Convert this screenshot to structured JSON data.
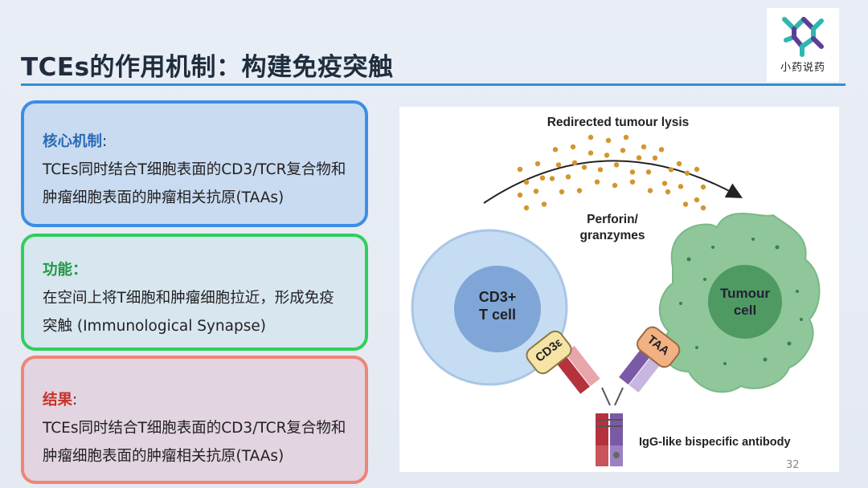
{
  "slide": {
    "title": "TCEs的作用机制：构建免疫突触",
    "page_number": "32"
  },
  "logo": {
    "text": "小药说药",
    "icon": "molecule-logo-icon"
  },
  "cards": {
    "mechanism": {
      "heading": "核心机制",
      "colon": ":",
      "body": "TCEs同时结合T细胞表面的CD3/TCR复合物和肿瘤细胞表面的肿瘤相关抗原(TAAs)"
    },
    "function": {
      "heading": "功能：",
      "body": "在空间上将T细胞和肿瘤细胞拉近，形成免疫突触 (Immunological Synapse)"
    },
    "result": {
      "heading": "结果",
      "colon": ":",
      "body": "TCEs同时结合T细胞表面的CD3/TCR复合物和肿瘤细胞表面的肿瘤相关抗原(TAAs)"
    }
  },
  "figure": {
    "top_label": "Redirected tumour lysis",
    "perforin_label_1": "Perforin/",
    "perforin_label_2": "granzymes",
    "tcell_label_1": "CD3+",
    "tcell_label_2": "T cell",
    "tumour_label_1": "Tumour",
    "tumour_label_2": "cell",
    "cd3_tag": "CD3ε",
    "taa_tag": "TAA",
    "antibody_label": "IgG-like bispecific antibody",
    "colors": {
      "tcell": "#c5dcf3",
      "tcell_nucleus": "#7fa6d6",
      "tumour": "#8fc79a",
      "tumour_nucleus": "#4f9a63",
      "granules": "#d4952c",
      "antibody_red": "#b5323c",
      "antibody_purple": "#7a5aa6"
    }
  }
}
